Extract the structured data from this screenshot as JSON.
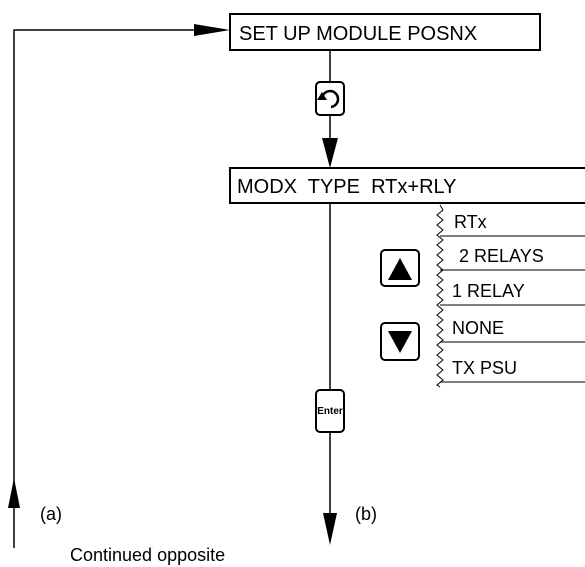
{
  "header_box": {
    "text": "SET UP MODULE POSNX"
  },
  "menu_box": {
    "text": "MODX  TYPE  RTx+RLY"
  },
  "options": [
    "RTx",
    "2 RELAYS",
    "1 RELAY",
    "NONE",
    "TX PSU"
  ],
  "enter_key": {
    "label": "Enter"
  },
  "labels": {
    "a": "(a)",
    "b": "(b)",
    "continued": "Continued opposite"
  },
  "icons": {
    "rotate": "rotate-key-icon",
    "up": "up-arrow-key-icon",
    "down": "down-arrow-key-icon"
  }
}
